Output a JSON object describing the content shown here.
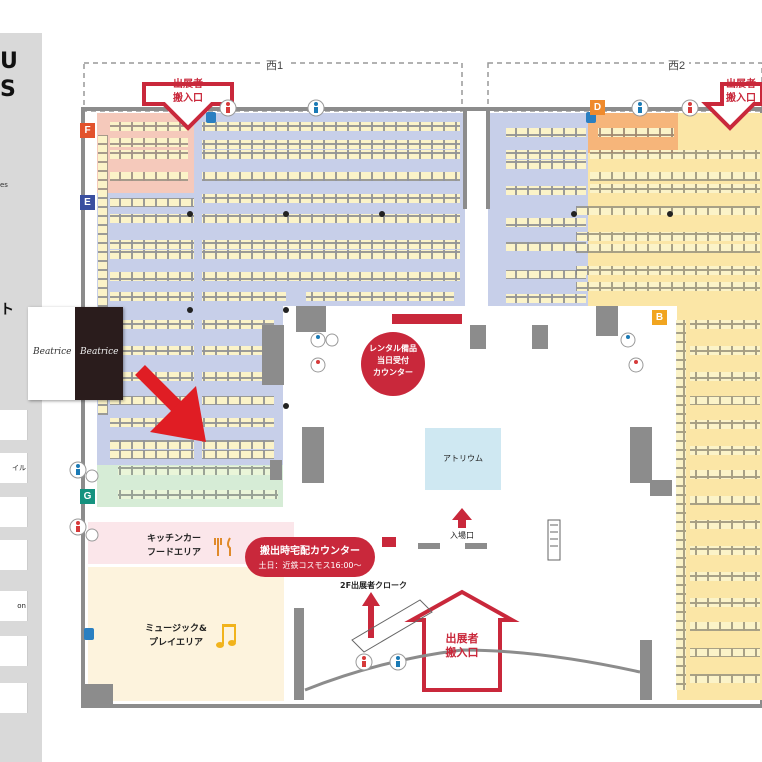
{
  "sidebar": {
    "logo": "U\nS",
    "logo_sub": "es",
    "logo_mark": "ト",
    "items": [
      "",
      "イル",
      "",
      "",
      "on",
      "",
      ""
    ]
  },
  "halls": {
    "west1": "西1",
    "west2": "西2"
  },
  "zones": [
    {
      "id": "F",
      "color": "#e2522c"
    },
    {
      "id": "E",
      "color": "#3a4fa0"
    },
    {
      "id": "D",
      "color": "#ef8a2c"
    },
    {
      "id": "B",
      "color": "#f1a520"
    },
    {
      "id": "G",
      "color": "#15927f"
    }
  ],
  "labels": {
    "exhibitor_entry": "出展者\n搬入口",
    "exhibitor_entry_right": "出展者\n搬入口",
    "exhibitor_entry_bottom": "出展者\n搬入口",
    "rental": "レンタル備品\n当日受付\nカウンター",
    "atrium": "アトリウム",
    "entrance": "入場口",
    "cloak": "2F出展者クローク",
    "kitchen": "キッチンカー\nフードエリア",
    "music": "ミュージック&\nプレイエリア",
    "delivery_title": "搬出時宅配カウンター",
    "delivery_sub": "土日：近鉄コスモス16:00〜"
  },
  "brand": {
    "name_left": "Beatrice",
    "name_right": "Beatrice"
  },
  "colors": {
    "accent_red": "#c9283b",
    "hall_blue": "#c7cfe9",
    "hall_yellow": "#fbe6a6",
    "zone_f_pink": "#f5c9bb",
    "zone_g_green": "#d6ecd6",
    "food_pink": "#fbe6ea",
    "music_cream": "#fdf3dd",
    "wall_grey": "#8c8c8c"
  }
}
